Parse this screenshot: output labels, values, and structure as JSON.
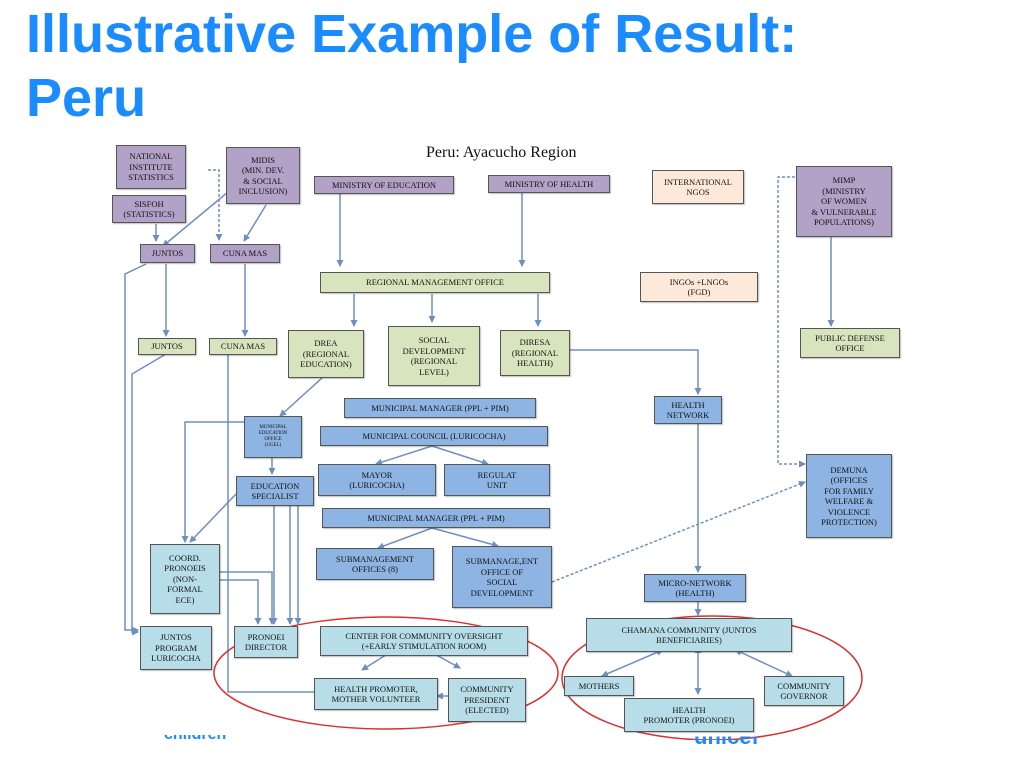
{
  "title": "Illustrative Example of Result:\nPeru",
  "diagram": {
    "title": "Peru: Ayacucho Region",
    "boxes": {
      "nis": "NATIONAL\nINSTITUTE\nSTATISTICS",
      "midis": "MIDIS\n(MIN. DEV.\n& SOCIAL\nINCLUSION)",
      "sisfoh": "SISFOH\n(STATISTICS)",
      "juntos_top": "JUNTOS",
      "cunamas_top": "CUNA MAS",
      "min_education": "MINISTRY OF EDUCATION",
      "min_health": "MINISTRY OF HEALTH",
      "intl_ngos": "INTERNATIONAL\nNGOS",
      "mimp": "MIMP\n(MINISTRY\nOF WOMEN\n& VULNERABLE\nPOPULATIONS)",
      "regional_mgmt": "REGIONAL MANAGEMENT OFFICE",
      "ingos": "INGOs +LNGOs\n(FGD)",
      "juntos_mid": "JUNTOS",
      "cunamas_mid": "CUNA MAS",
      "drea": "DREA\n(REGIONAL\nEDUCATION)",
      "social_dev": "SOCIAL\nDEVELOPMENT\n(REGIONAL\nLEVEL)",
      "diresa": "DIRESA\n(REGIONAL\nHEALTH)",
      "public_defense": "PUBLIC DEFENSE\nOFFICE",
      "muni_manager_1": "MUNICIPAL MANAGER (PPL + PIM)",
      "muni_edu_office": "MUNICIPAL\nEDUCATION\nOFFICE\n(UGEL)",
      "health_network": "HEALTH\nNETWORK",
      "muni_council": "MUNICIPAL COUNCIL (LURICOCHA)",
      "mayor": "MAYOR\n(LURICOCHA)",
      "regulat": "REGULAT\nUNIT",
      "edu_specialist": "EDUCATION\nSPECIALIST",
      "demuna": "DEMUNA\n(OFFICES\nFOR FAMILY\nWELFARE &\nVIOLENCE\nPROTECTION)",
      "muni_manager_2": "MUNICIPAL MANAGER (PPL + PIM)",
      "coord_pronoeis": "COORD.\nPRONOEIS\n(NON-\nFORMAL\nECE)",
      "submgmt": "SUBMANAGEMENT\nOFFICES (8)",
      "submgmt_social": "SUBMANAGE,ENT\nOFFICE OF\nSOCIAL\nDEVELOPMENT",
      "micro_network": "MICRO-NETWORK\n(HEALTH)",
      "juntos_program": "JUNTOS\nPROGRAM\nLURICOCHA",
      "pronoei_director": "PRONOEI\nDIRECTOR",
      "center_oversight": "CENTER FOR COMMUNITY OVERSIGHT\n(+EARLY STIMULATION ROOM)",
      "chamana": "CHAMANA COMMUNITY (JUNTOS\nBENEFICIARIES)",
      "health_promoter_vol": "HEALTH PROMOTER,\nMOTHER VOLUNTEER",
      "community_president": "COMMUNITY\nPRESIDENT\n(ELECTED)",
      "mothers": "MOTHERS",
      "community_governor": "COMMUNITY\nGOVERNOR",
      "health_promoter_pronoei": "HEALTH\nPROMOTER (PRONOEI)"
    },
    "colors": {
      "purple": "#b3a2c7",
      "green": "#d7e4bd",
      "blue": "#8eb4e3",
      "light_blue": "#b7dee8",
      "peach": "#fde9d9",
      "arrow": "#6f8fc0",
      "ellipse": "#d9302f"
    }
  },
  "footer": {
    "left": "children",
    "right": "unicef"
  }
}
